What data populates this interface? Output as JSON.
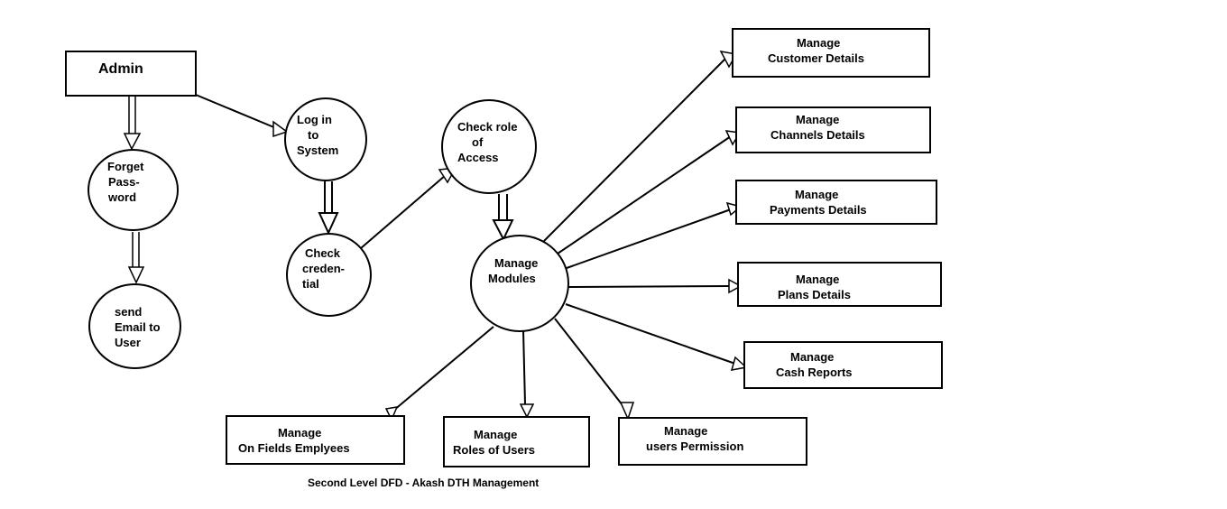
{
  "nodes": {
    "admin": {
      "line1": "Admin"
    },
    "forget_password": {
      "line1": "Forget",
      "line2": "Pass-",
      "line3": "word"
    },
    "send_email": {
      "line1": "send",
      "line2": "Email to",
      "line3": "User"
    },
    "login": {
      "line1": "Log in",
      "line2": "to",
      "line3": "System"
    },
    "check_credential": {
      "line1": "Check",
      "line2": "creden-",
      "line3": "tial"
    },
    "check_role": {
      "line1": "Check role",
      "line2": "of",
      "line3": "Access"
    },
    "manage_modules": {
      "line1": "Manage",
      "line2": "Modules"
    },
    "customer": {
      "line1": "Manage",
      "line2": "Customer Details"
    },
    "channels": {
      "line1": "Manage",
      "line2": "Channels Details"
    },
    "payments": {
      "line1": "Manage",
      "line2": "Payments Details"
    },
    "plans": {
      "line1": "Manage",
      "line2": "Plans Details"
    },
    "cash": {
      "line1": "Manage",
      "line2": "Cash Reports"
    },
    "permission": {
      "line1": "Manage",
      "line2": "users Permission"
    },
    "roles": {
      "line1": "Manage",
      "line2": "Roles of Users"
    },
    "onfield": {
      "line1": "Manage",
      "line2": "On Fields Emplyees"
    }
  },
  "caption": "Second Level DFD - Akash DTH Management"
}
